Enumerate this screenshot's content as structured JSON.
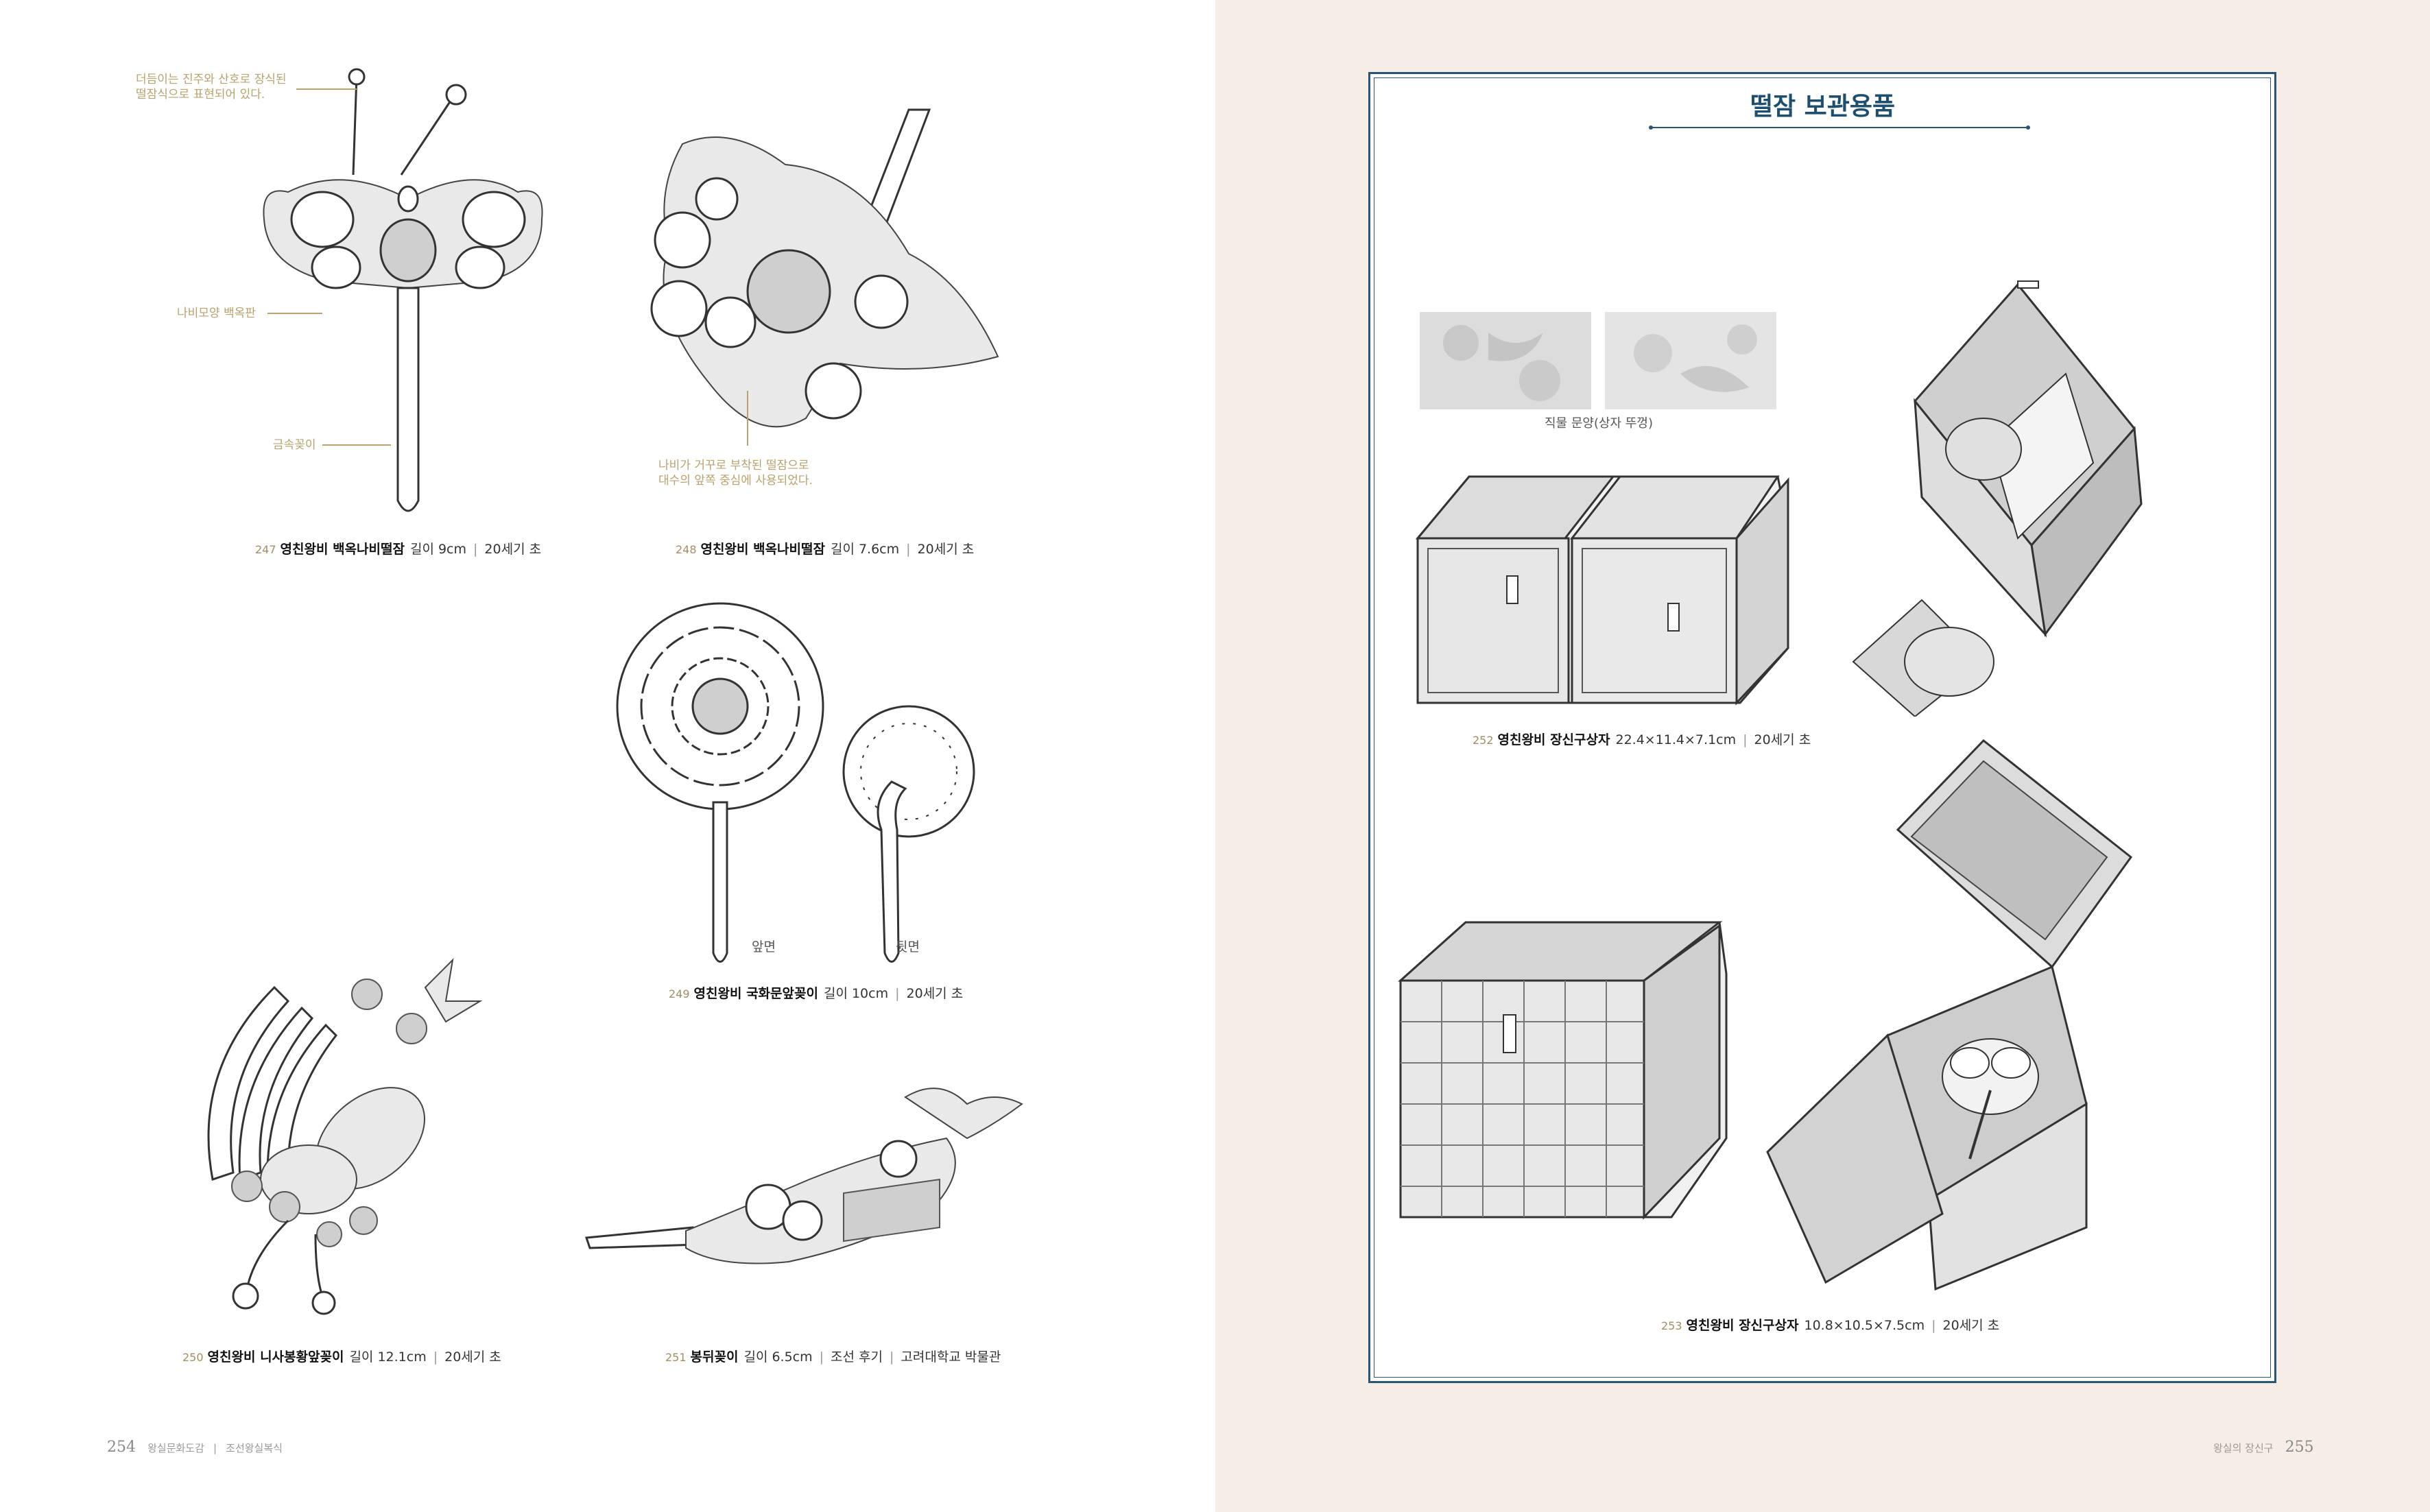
{
  "left_page": {
    "annotations": {
      "feelers": [
        "더듬이는 진주와 산호로 장식된",
        "떨잠식으로 표현되어 있다."
      ],
      "butterfly_plate": "나비모양 백옥판",
      "metal_pin": "금속꽂이",
      "butterfly_bottom": [
        "나비가 거꾸로 부착된 떨잠으로",
        "대수의 앞쪽 중심에 사용되었다."
      ]
    },
    "captions": [
      {
        "num": "247",
        "title": "영친왕비 백옥나비떨잠",
        "size": "길이 9cm",
        "period": "20세기 초"
      },
      {
        "num": "248",
        "title": "영친왕비 백옥나비떨잠",
        "size": "길이 7.6cm",
        "period": "20세기 초"
      },
      {
        "num": "249",
        "title": "영친왕비 국화문앞꽂이",
        "size": "길이 10cm",
        "period": "20세기 초"
      },
      {
        "num": "250",
        "title": "영친왕비 니사봉황앞꽂이",
        "size": "길이 12.1cm",
        "period": "20세기 초"
      },
      {
        "num": "251",
        "title": "봉뒤꽂이",
        "size": "길이 6.5cm",
        "period": "조선 후기",
        "owner": "고려대학교 박물관"
      }
    ],
    "side_labels": {
      "front": "앞면",
      "back": "뒷면"
    },
    "folio": {
      "number": "254",
      "book": "왕실문화도감",
      "chapter": "조선왕실복식"
    }
  },
  "right_page": {
    "box_title": "떨잠 보관용품",
    "pattern_label": "직물 문양(상자 뚜껑)",
    "captions": [
      {
        "num": "252",
        "title": "영친왕비 장신구상자",
        "size": "22.4×11.4×7.1cm",
        "period": "20세기 초"
      },
      {
        "num": "253",
        "title": "영친왕비 장신구상자",
        "size": "10.8×10.5×7.5cm",
        "period": "20세기 초"
      }
    ],
    "folio": {
      "number": "255",
      "book": "왕실의 장신구"
    }
  },
  "colors": {
    "left_bg": "#ffffff",
    "right_bg": "#f6eee6",
    "accent": "#1f4f6e",
    "note": "#b8a26d"
  }
}
